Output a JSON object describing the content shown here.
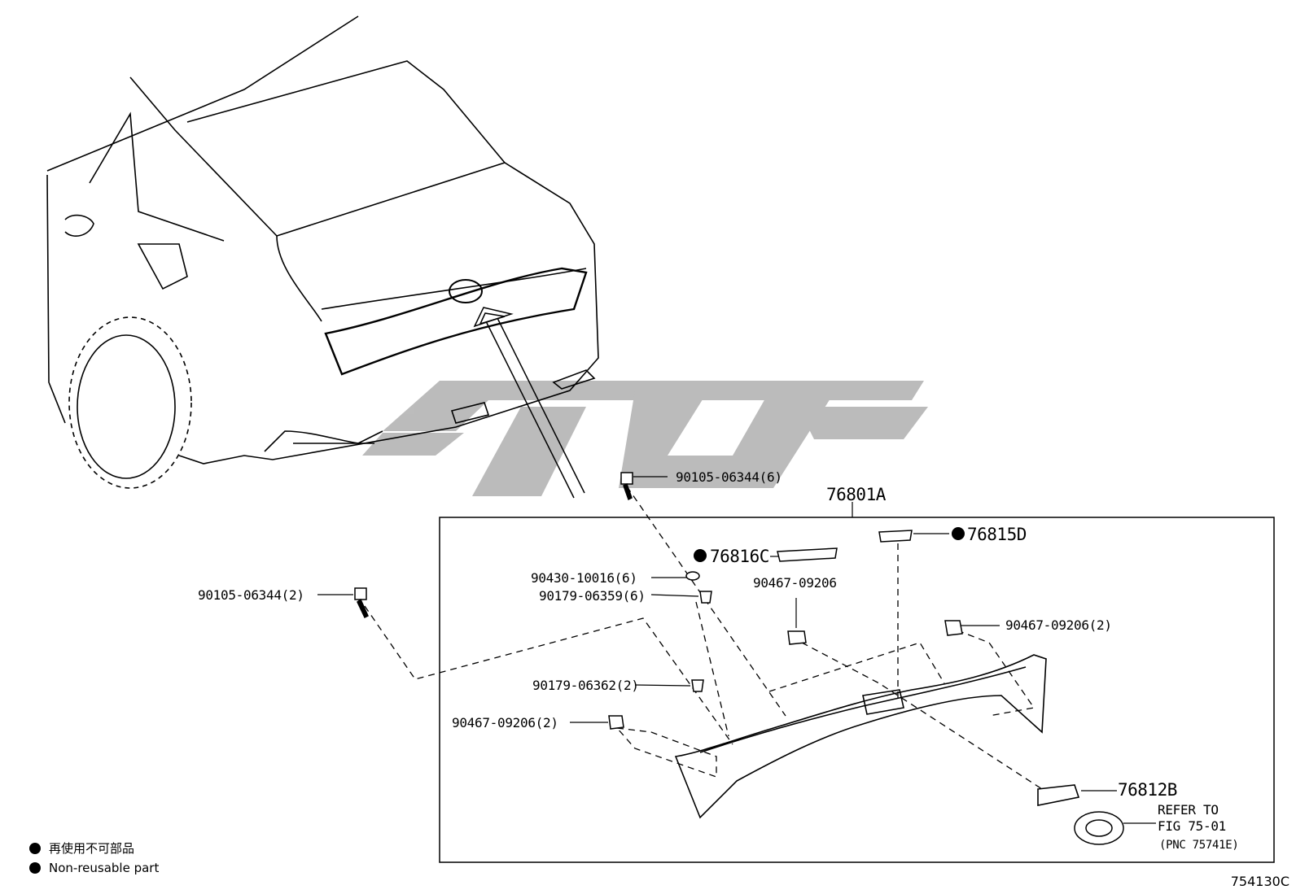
{
  "diagram": {
    "figure_id": "754130C",
    "legend": {
      "jp": "再使用不可部品",
      "en": "Non-reusable part"
    },
    "labels": {
      "bolt_top": "90105-06344(6)",
      "assembly": "76801A",
      "part_c": "76816C",
      "part_d": "76815D",
      "washer": "90430-10016(6)",
      "nut_upper": "90179-06359(6)",
      "clip_mid": "90467-09206",
      "clip_right": "90467-09206(2)",
      "bolt_left": "90105-06344(2)",
      "nut_lower": "90179-06362(2)",
      "clip_left": "90467-09206(2)",
      "part_b": "76812B",
      "refer_line1": "REFER TO",
      "refer_line2": "FIG 75-01",
      "refer_line3": "(PNC 75741E)"
    },
    "watermark_color": "#b5b5b5"
  }
}
